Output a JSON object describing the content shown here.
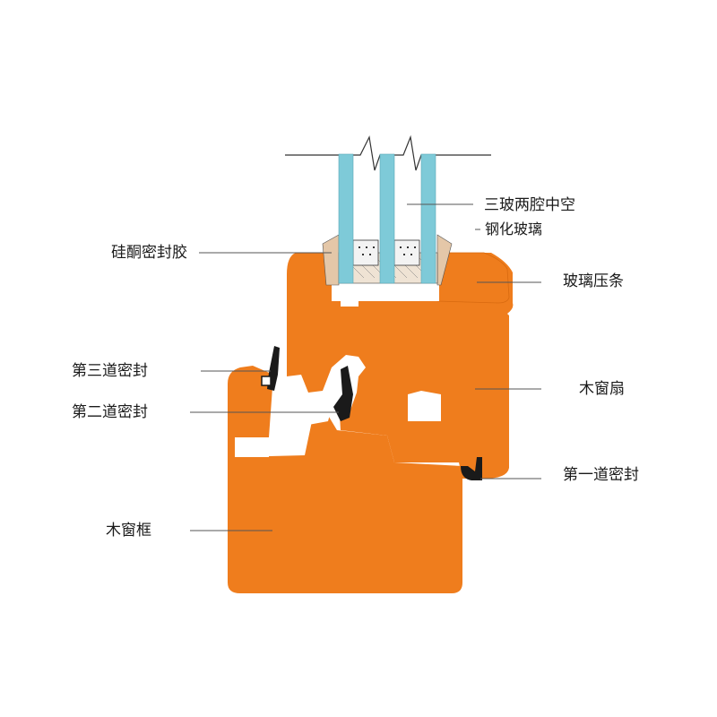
{
  "labels": {
    "glass": "三玻两腔中空",
    "tempered": "钢化玻璃",
    "silicone": "硅酮密封胶",
    "bead": "玻璃压条",
    "seal3": "第三道密封",
    "sash": "木窗扇",
    "seal2": "第二道密封",
    "seal1": "第一道密封",
    "frame": "木窗框"
  },
  "colors": {
    "wood": "#ef7d1d",
    "glass": "#7ecad8",
    "seal": "#1a1a1a",
    "silicone": "#e4c7a8",
    "leader": "#555555"
  }
}
